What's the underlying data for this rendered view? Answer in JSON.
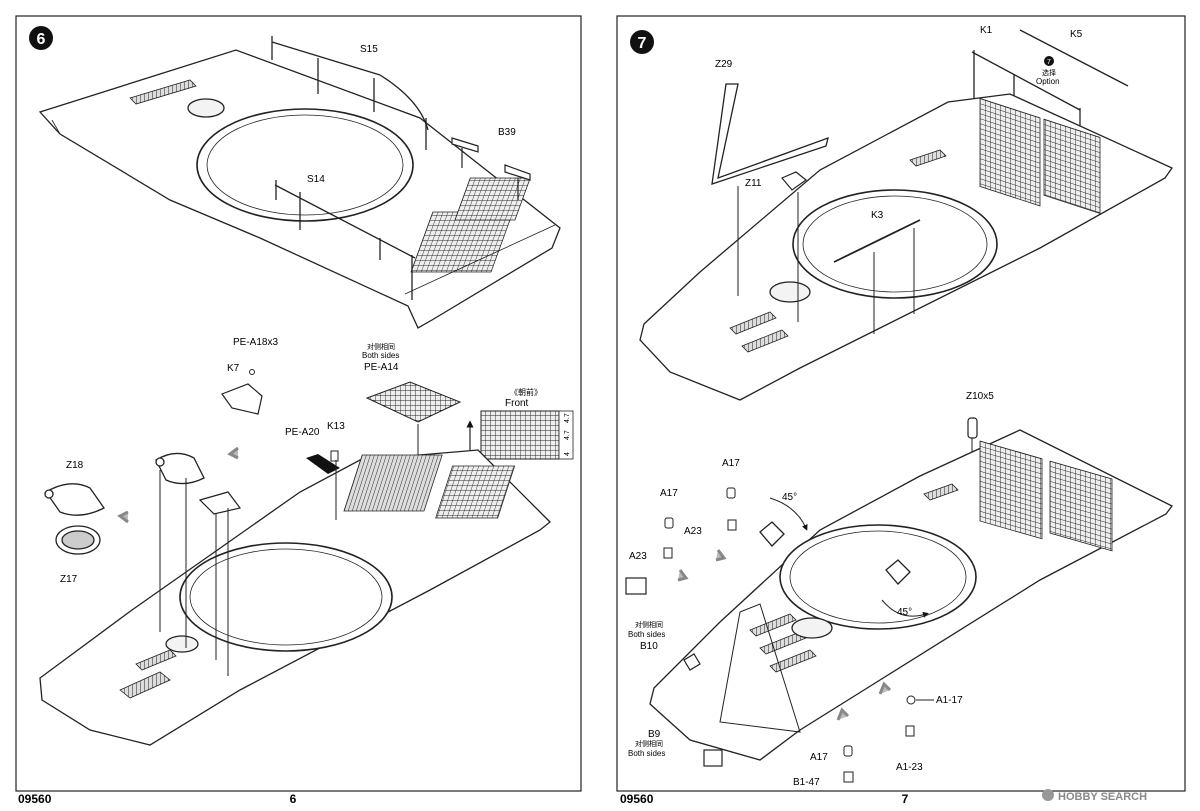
{
  "left_page": {
    "step": "6",
    "code": "09560",
    "page_number": "6",
    "labels": {
      "s15": "S15",
      "b39": "B39",
      "s14": "S14",
      "pe_a18": "PE-A18x3",
      "k7": "K7",
      "z18": "Z18",
      "z17": "Z17",
      "both_cn": "对侧相同",
      "both_en": "Both sides",
      "pe_a14": "PE-A14",
      "front_cn": "《朝前》",
      "front_en": "Front",
      "pe_a20": "PE-A20",
      "k13": "K13",
      "dim_47a": "4.7",
      "dim_47b": "4.7",
      "dim_4": "4"
    }
  },
  "right_page": {
    "step": "7",
    "code": "09560",
    "page_number": "7",
    "labels": {
      "z29": "Z29",
      "k1": "K1",
      "k5": "K5",
      "option_step": "7",
      "option_cn": "选择",
      "option_en": "Option",
      "z11": "Z11",
      "k3": "K3",
      "z10": "Z10x5",
      "a17_top": "A17",
      "a17_left": "A17",
      "a23_a": "A23",
      "a23_b": "A23",
      "angle_a": "45°",
      "angle_b": "45°",
      "both_cn": "对侧相同",
      "both_en": "Both sides",
      "b10": "B10",
      "b9": "B9",
      "both2_cn": "对侧相同",
      "both2_en": "Both sides",
      "a1_17": "A1-17",
      "a1_23": "A1-23",
      "a17_bottom": "A17",
      "b1_47": "B1-47"
    }
  },
  "watermark": "HOBBY SEARCH"
}
